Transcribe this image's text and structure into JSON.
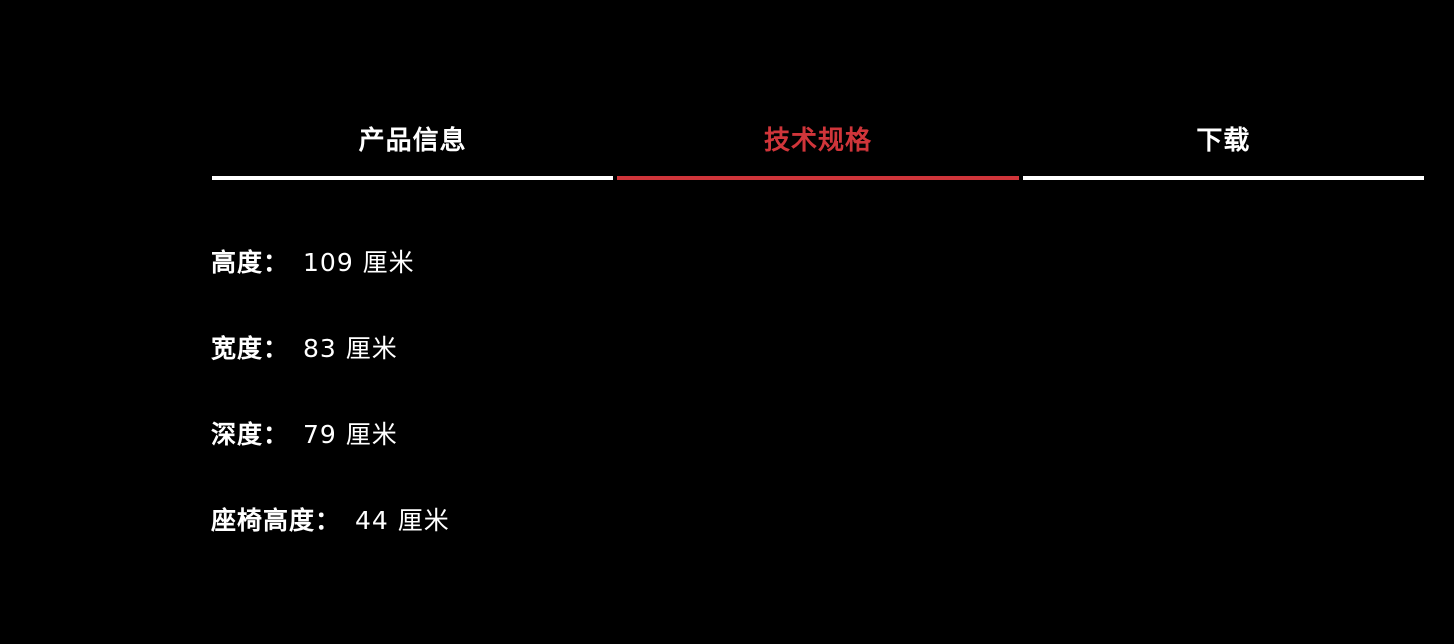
{
  "tabs": [
    {
      "label": "产品信息",
      "active": false
    },
    {
      "label": "技术规格",
      "active": true
    },
    {
      "label": "下载",
      "active": false
    }
  ],
  "specs": [
    {
      "label": "高度：",
      "value": "109 厘米"
    },
    {
      "label": "宽度：",
      "value": "83 厘米"
    },
    {
      "label": "深度：",
      "value": "79 厘米"
    },
    {
      "label": "座椅高度：",
      "value": "44 厘米"
    }
  ],
  "colors": {
    "background": "#000000",
    "text": "#ffffff",
    "accent": "#d0353a"
  }
}
